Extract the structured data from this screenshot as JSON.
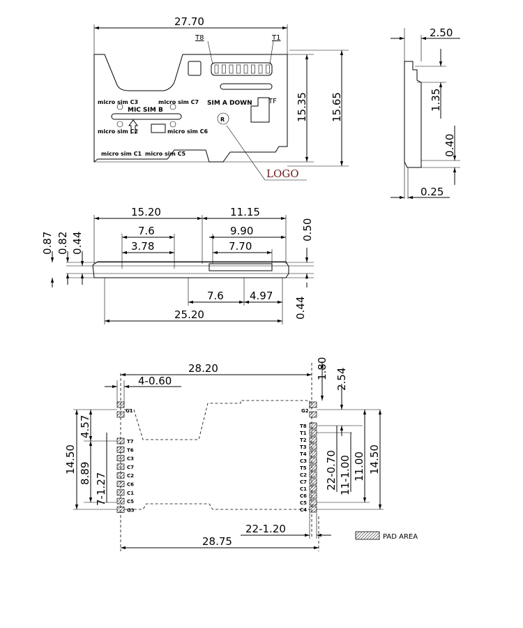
{
  "top_view": {
    "width_dim": "27.70",
    "t8": "T8",
    "t1": "T1",
    "h1": "15.35",
    "h2": "15.65",
    "c3": "micro sim C3",
    "c7": "micro sim C7",
    "mic_sim_b": "MIC SIM B",
    "c2": "micro sim C2",
    "c6": "micro sim C6",
    "c1": "micro sim C1",
    "c5": "micro sim C5",
    "sim_a_down": "SIM A DOWN",
    "tf": "TF",
    "logo": "LOGO"
  },
  "side_view": {
    "d1": "2.50",
    "d2": "1.35",
    "d3": "0.40",
    "d4": "0.25"
  },
  "front_view": {
    "d1520": "15.20",
    "d1115": "11.15",
    "d76a": "7.6",
    "d990": "9.90",
    "d378": "3.78",
    "d770": "7.70",
    "d087": "0.87",
    "d082": "0.82",
    "d044a": "0.44",
    "d050": "0.50",
    "d76b": "7.6",
    "d497": "4.97",
    "d2520": "25.20",
    "d044b": "0.44"
  },
  "footprint": {
    "d2820": "28.20",
    "d180": "1.80",
    "d254": "2.54",
    "d460": "4-0.60",
    "g1": "G1",
    "g2": "G2",
    "d457": "4.57",
    "d1450l": "14.50",
    "d889": "8.89",
    "d7127": "7-1.27",
    "left_pins": [
      "T7",
      "T6",
      "C3",
      "C7",
      "C2",
      "C6",
      "C1",
      "C5",
      "G3"
    ],
    "right_pins": [
      "T8",
      "T1",
      "T2",
      "T3",
      "T4",
      "C3",
      "T5",
      "C2",
      "C7",
      "C1",
      "C6",
      "C5",
      "C4"
    ],
    "d2207": "22-0.70",
    "d11100": "11-1.00",
    "d1100": "11.00",
    "d1450r": "14.50",
    "d22120": "22-1.20",
    "d2875": "28.75",
    "pad_area": "PAD AREA"
  }
}
